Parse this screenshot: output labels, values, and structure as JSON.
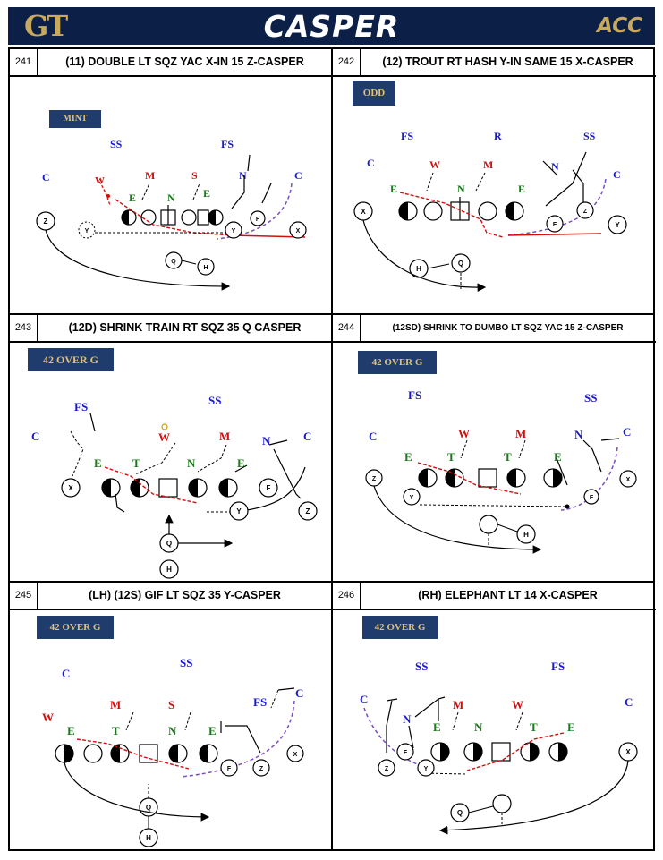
{
  "banner": {
    "logo": "GT",
    "title": "CASPER",
    "conference": "ACC"
  },
  "plays": [
    {
      "number": "241",
      "title": "(11) DOUBLE LT SQZ YAC X-IN 15 Z-CASPER",
      "tag": "MINT"
    },
    {
      "number": "242",
      "title": "(12) TROUT RT HASH Y-IN SAME 15 X-CASPER",
      "tag": "ODD"
    },
    {
      "number": "243",
      "title": "(12D) SHRINK TRAIN RT SQZ 35 Q CASPER",
      "tag": "42 OVER G"
    },
    {
      "number": "244",
      "title": "(12SD) SHRINK TO DUMBO LT SQZ YAC 15 Z-CASPER",
      "tag": "42 OVER G"
    },
    {
      "number": "245",
      "title": "(LH) (12S) GIF LT SQZ 35 Y-CASPER",
      "tag": "42 OVER G"
    },
    {
      "number": "246",
      "title": "(RH) ELEPHANT LT 14 X-CASPER",
      "tag": "42 OVER G"
    }
  ],
  "labels": {
    "c": "C",
    "ss": "SS",
    "fs": "FS",
    "w": "W",
    "m": "M",
    "s": "S",
    "n": "N",
    "e": "E",
    "t": "T",
    "r": "R",
    "z": "Z",
    "y": "Y",
    "x": "X",
    "q": "Q",
    "h": "H",
    "f": "F"
  },
  "colors": {
    "navy": "#0b1f47",
    "gold": "#c9a95d",
    "defense_blue": "#1a1acc",
    "defense_red": "#d01010",
    "defense_green": "#1a7a1a",
    "route_purple": "#7a4fbf",
    "block_red": "#d01010",
    "tag_bg": "#1f3c6d"
  }
}
